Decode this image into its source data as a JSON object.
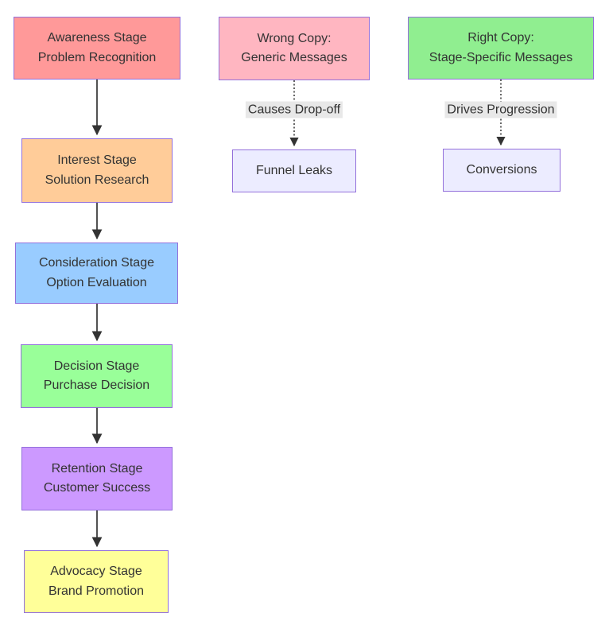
{
  "diagram": {
    "type": "flowchart-top-down",
    "background": "#ffffff",
    "text_color": "#333333",
    "node_border_color": "#9370db",
    "arrow_color": "#333333",
    "edge_label_background": "#e8e8e8"
  },
  "nodes": [
    {
      "id": "awareness",
      "line1": "Awareness Stage",
      "line2": "Problem Recognition",
      "fill": "#ff9999"
    },
    {
      "id": "interest",
      "line1": "Interest Stage",
      "line2": "Solution Research",
      "fill": "#ffcc99"
    },
    {
      "id": "consideration",
      "line1": "Consideration Stage",
      "line2": "Option Evaluation",
      "fill": "#99ccff"
    },
    {
      "id": "decision",
      "line1": "Decision Stage",
      "line2": "Purchase Decision",
      "fill": "#99ff99"
    },
    {
      "id": "retention",
      "line1": "Retention Stage",
      "line2": "Customer Success",
      "fill": "#cc99ff"
    },
    {
      "id": "advocacy",
      "line1": "Advocacy Stage",
      "line2": "Brand Promotion",
      "fill": "#ffff99"
    },
    {
      "id": "wrong-copy",
      "line1": "Wrong Copy:",
      "line2": "Generic Messages",
      "fill": "#ffb6c1"
    },
    {
      "id": "right-copy",
      "line1": "Right Copy:",
      "line2": "Stage-Specific Messages",
      "fill": "#90ee90"
    },
    {
      "id": "funnel-leaks",
      "line1": "Funnel Leaks",
      "fill": "#ececff"
    },
    {
      "id": "conversions",
      "line1": "Conversions",
      "fill": "#ececff"
    }
  ],
  "edges": [
    {
      "from": "awareness",
      "to": "interest",
      "style": "solid",
      "label": ""
    },
    {
      "from": "interest",
      "to": "consideration",
      "style": "solid",
      "label": ""
    },
    {
      "from": "consideration",
      "to": "decision",
      "style": "solid",
      "label": ""
    },
    {
      "from": "decision",
      "to": "retention",
      "style": "solid",
      "label": ""
    },
    {
      "from": "retention",
      "to": "advocacy",
      "style": "solid",
      "label": ""
    },
    {
      "from": "wrong-copy",
      "to": "funnel-leaks",
      "style": "dotted",
      "label": "Causes Drop-off"
    },
    {
      "from": "right-copy",
      "to": "conversions",
      "style": "dotted",
      "label": "Drives Progression"
    }
  ]
}
